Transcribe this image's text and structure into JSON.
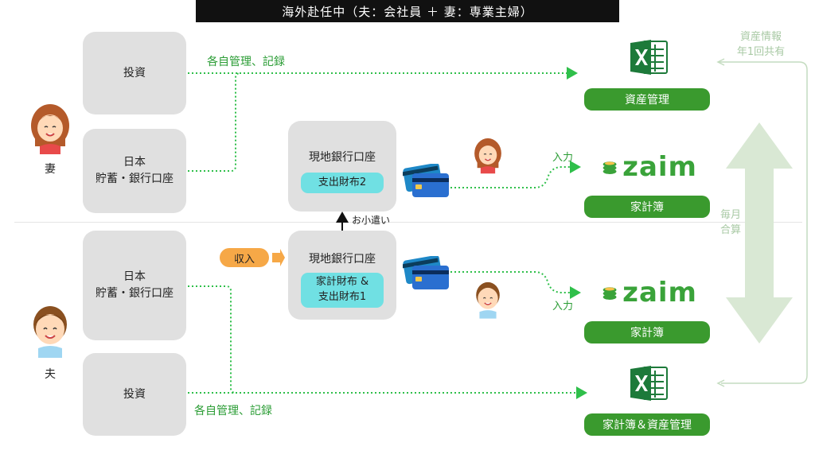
{
  "title": "海外赴任中（夫：会社員 ＋ 妻：専業主婦）",
  "wife": {
    "label": "妻",
    "invest_box": "投資",
    "savings_box_line1": "日本",
    "savings_box_line2": "貯蓄・銀行口座",
    "local_bank": "現地銀行口座",
    "wallet": "支出財布2",
    "top_arrow_label": "各自管理、記録",
    "input_label": "入力"
  },
  "husband": {
    "label": "夫",
    "invest_box": "投資",
    "savings_box_line1": "日本",
    "savings_box_line2": "貯蓄・銀行口座",
    "local_bank": "現地銀行口座",
    "wallet_line1": "家計財布 &",
    "wallet_line2": "支出財布1",
    "income": "収入",
    "bottom_arrow_label": "各自管理、記録",
    "input_label": "入力"
  },
  "allowance_label": "お小遣い",
  "right": {
    "asset_mgmt": "資産管理",
    "kakeibo_top": "家計簿",
    "kakeibo_bottom": "家計簿",
    "kakeibo_asset": "家計簿＆資産管理",
    "zaim_text": "zaim",
    "share_line1": "資産情報",
    "share_line2": "年1回共有",
    "monthly_line1": "毎月",
    "monthly_line2": "合算"
  },
  "colors": {
    "green": "#3a9a2e",
    "dotted": "#2fbf4a",
    "cyan": "#70e0e3",
    "orange": "#f6a847",
    "light_green": "#d9e8d4"
  }
}
